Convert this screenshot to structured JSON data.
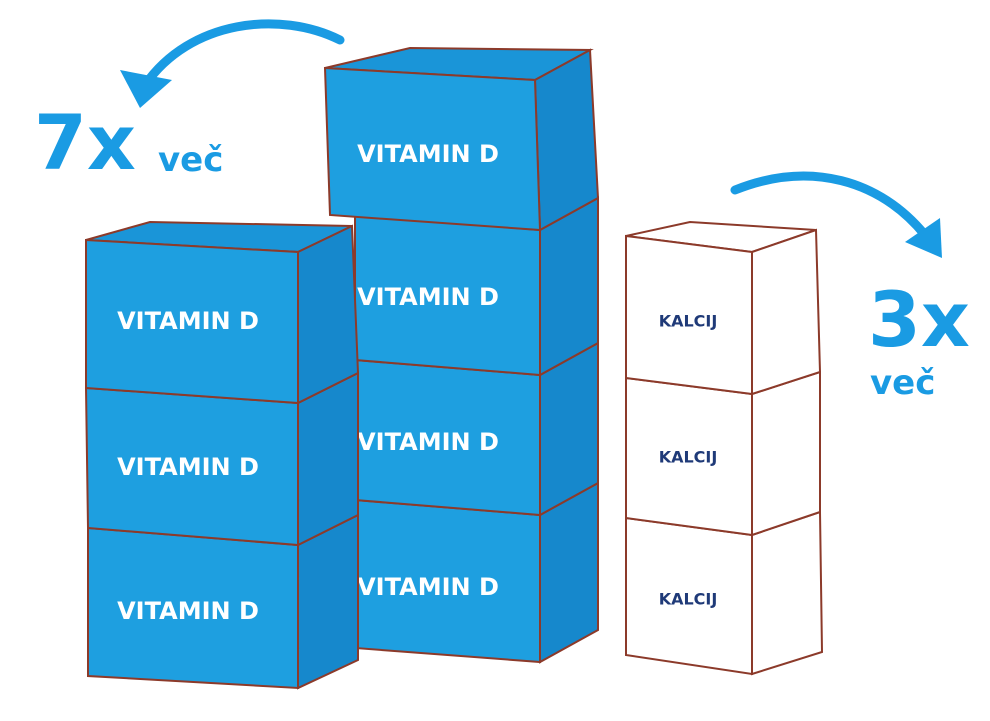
{
  "colors": {
    "vitamin_fill": "#1e9fe0",
    "vitamin_top": "#1a95d8",
    "vitamin_side": "#1688cc",
    "outline": "#8c3a2a",
    "kalcij_fill": "#ffffff",
    "kalcij_text": "#1f3a78",
    "accent": "#1a9be3"
  },
  "left_annotation": {
    "multiplier": "7x",
    "word": "več"
  },
  "right_annotation": {
    "multiplier": "3x",
    "word": "več"
  },
  "vitamin_stack_left": {
    "boxes": [
      {
        "label": "VITAMIN D"
      },
      {
        "label": "VITAMIN D"
      },
      {
        "label": "VITAMIN D"
      }
    ]
  },
  "vitamin_stack_middle": {
    "boxes": [
      {
        "label": "VITAMIN D"
      },
      {
        "label": "VITAMIN D"
      },
      {
        "label": "VITAMIN D"
      },
      {
        "label": "VITAMIN D"
      }
    ]
  },
  "kalcij_stack": {
    "boxes": [
      {
        "label": "KALCIJ"
      },
      {
        "label": "KALCIJ"
      },
      {
        "label": "KALCIJ"
      }
    ]
  },
  "icons": {
    "left_arrow": "curved-arrow-left-icon",
    "right_arrow": "curved-arrow-right-icon"
  }
}
